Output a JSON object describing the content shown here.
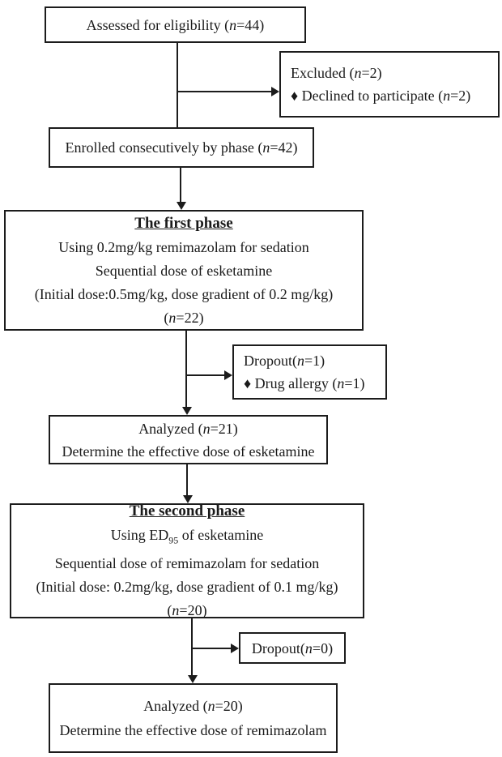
{
  "flowchart": {
    "boxes": {
      "assessed": {
        "text": "Assessed for eligibility (<i>n</i>=44)"
      },
      "excluded": {
        "lines": [
          "Excluded (<i>n</i>=2)",
          "♦ Declined to participate (<i>n</i>=2)"
        ]
      },
      "enrolled": {
        "text": "Enrolled consecutively by phase (<i>n</i>=42)"
      },
      "first_phase": {
        "title": "The first phase",
        "lines": [
          "Using 0.2mg/kg remimazolam for sedation",
          "Sequential dose of esketamine",
          "(Initial dose:0.5mg/kg, dose gradient of 0.2 mg/kg)",
          "(<i>n</i>=22)"
        ]
      },
      "dropout_first": {
        "lines": [
          "Dropout(<i>n</i>=1)",
          "♦ Drug allergy (<i>n</i>=1)"
        ]
      },
      "analyzed_first": {
        "lines": [
          "Analyzed (<i>n</i>=21)",
          "Determine the effective dose of esketamine"
        ]
      },
      "second_phase": {
        "title": "The second phase",
        "lines": [
          "Using ED<sub>95</sub> of esketamine",
          "Sequential dose of remimazolam for sedation",
          "(Initial dose: 0.2mg/kg, dose gradient of 0.1 mg/kg)",
          "(<i>n</i>=20)"
        ]
      },
      "dropout_second": {
        "text": "Dropout(<i>n</i>=0)"
      },
      "analyzed_second": {
        "lines": [
          "Analyzed (<i>n</i>=20)",
          "Determine the effective dose of remimazolam"
        ]
      }
    },
    "colors": {
      "line": "#1c1c1c",
      "background": "#ffffff",
      "text": "#1a1a1a"
    }
  }
}
